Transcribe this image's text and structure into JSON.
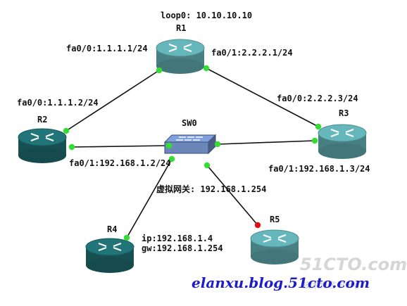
{
  "links": [
    {
      "from": "R1",
      "to": "R2"
    },
    {
      "from": "R1",
      "to": "R3"
    },
    {
      "from": "R2",
      "to": "SW0"
    },
    {
      "from": "SW0",
      "to": "R3"
    },
    {
      "from": "SW0",
      "to": "R4"
    },
    {
      "from": "SW0",
      "to": "R5"
    }
  ],
  "nodes": {
    "r1": {
      "label": "R1",
      "type": "router",
      "color": "#5ea9ad"
    },
    "r2": {
      "label": "R2",
      "type": "router",
      "color": "#1f6b6f"
    },
    "r3": {
      "label": "R3",
      "type": "router",
      "color": "#5ea9ad"
    },
    "r4": {
      "label": "R4",
      "type": "router",
      "color": "#1f6b6f"
    },
    "r5": {
      "label": "R5",
      "type": "router",
      "color": "#5ea9ad"
    },
    "sw0": {
      "label": "SW0",
      "type": "switch",
      "color": "#6b86b8"
    }
  },
  "labels": {
    "r1_loop0": "loop0: 10.10.10.10",
    "r1_fa00": "fa0/0:1.1.1.1/24",
    "r1_fa01": "fa0/1:2.2.2.1/24",
    "r2_fa00": "fa0/0:1.1.1.2/24",
    "r2_fa01": "fa0/1:192.168.1.2/24",
    "r3_fa00": "fa0/0:2.2.2.3/24",
    "r3_fa01": "fa0/1:192.168.1.3/24",
    "virtual_gw": "虚拟网关: 192.168.1.254",
    "r4_ip": "ip:192.168.1.4",
    "r4_gw": "gw:192.168.1.254"
  },
  "status_colors": {
    "up": "#33dd33",
    "down": "#dd1111"
  },
  "watermark": {
    "blog": "elanxu.blog.51cto.com",
    "site": "51CTO.com",
    "site_sub": "技术博客  Blog"
  }
}
